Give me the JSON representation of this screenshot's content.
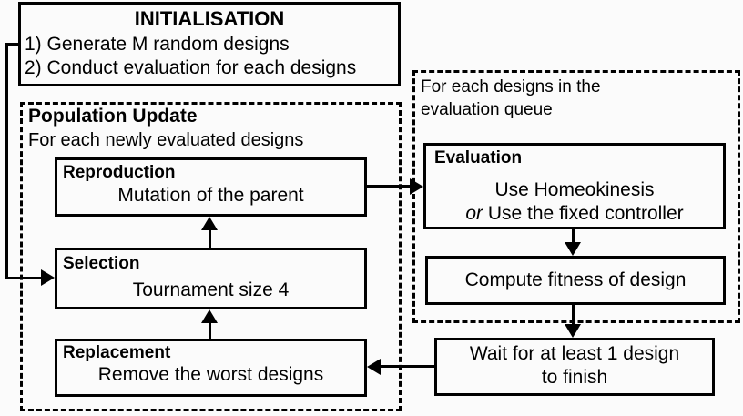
{
  "colors": {
    "ink": "#000000",
    "background": "#fbfbfb"
  },
  "diagram": {
    "initialisation": {
      "title": "INITIALISATION",
      "steps": [
        "1) Generate M random designs",
        "2) Conduct evaluation for each designs"
      ]
    },
    "population_update": {
      "title": "Population Update",
      "subtitle": "For each newly evaluated designs",
      "reproduction": {
        "title": "Reproduction",
        "detail": "Mutation of the parent"
      },
      "selection": {
        "title": "Selection",
        "detail": "Tournament size 4"
      },
      "replacement": {
        "title": "Replacement",
        "detail": "Remove the worst designs"
      }
    },
    "evaluation_queue": {
      "label_line1": "For each designs in the",
      "label_line2": "evaluation queue",
      "evaluation": {
        "title": "Evaluation",
        "line1": "Use Homeokinesis",
        "line2_or": "or",
        "line2_rest": " Use the fixed controller"
      },
      "compute_fitness": {
        "label": "Compute fitness of design"
      }
    },
    "wait_box": {
      "line1": "Wait for at least 1 design",
      "line2": "to finish"
    }
  }
}
